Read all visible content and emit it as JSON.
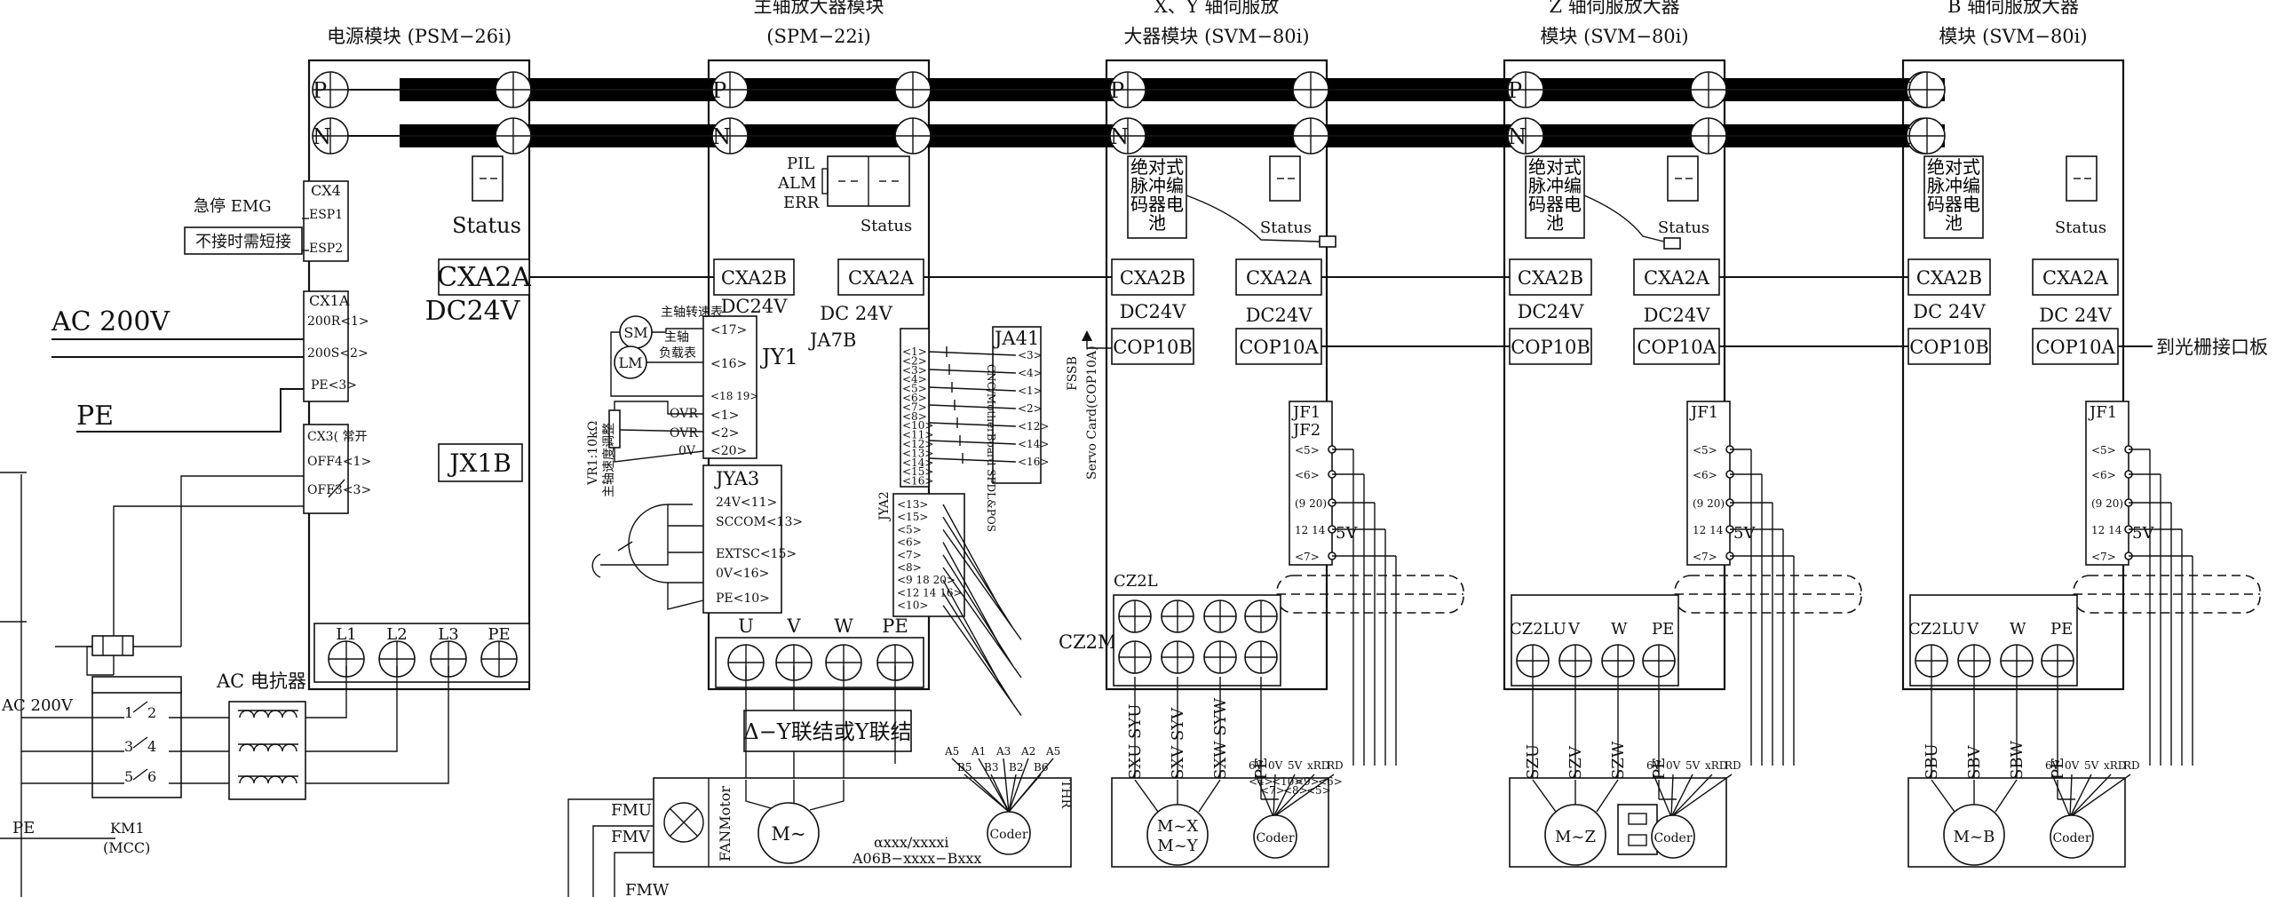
{
  "modules": {
    "psm": {
      "title": "电源模块 (PSM−26i)",
      "status": "Status",
      "cxa2a": "CXA2A",
      "dc24v": "DC24V",
      "jx1b": "JX1B",
      "emg": "急停 EMG",
      "short_note": "不接时需短接",
      "cx4": "CX4",
      "esp1": "ESP1",
      "esp2": "ESP2",
      "cx1a": "CX1A",
      "r200": "200R<1>",
      "s200": "200S<2>",
      "pe3": "PE<3>",
      "cx3": "CX3( 常开",
      "off4": "OFF4<1>",
      "off3": "OFF3<3>",
      "l1": "L1",
      "l2": "L2",
      "l3": "L3",
      "pe": "PE"
    },
    "spm": {
      "title1": "主轴放大器模块",
      "title2": "(SPM−22i)",
      "pil": "PIL",
      "alm": "ALM",
      "err": "ERR",
      "status": "Status",
      "cxa2b": "CXA2B",
      "cxa2a": "CXA2A",
      "dc24v_a": "DC24V",
      "dc24v_b": "DC 24V",
      "ja7b": "JA7B",
      "ja41": "JA41",
      "jy1": "JY1",
      "jya3": "JYA3",
      "jya2": "JYA2",
      "sm": "SM",
      "lm": "LM",
      "speed_meter": "主轴转速表",
      "load_meter1": "主轴",
      "load_meter2": "负载表",
      "vr": "VR1:10kΩ",
      "vr_note": "主轴速度调整",
      "p17": "<17>",
      "p16": "<16>",
      "p1819": "<18 19>",
      "p1": "<1>",
      "p2": "<2>",
      "p20": "<20>",
      "ovr1": "OVR",
      "ovr2": "OVR",
      "zero_v": "0V",
      "j24v": "24V<11>",
      "sccom": "SCCOM<13>",
      "extsc": "EXTSC<15>",
      "ov16": "0V<16>",
      "pe10": "PE<10>",
      "u": "U",
      "v": "V",
      "w": "W",
      "pe": "PE",
      "delta": "Δ−Y联结或Y联结",
      "motor_model1": "αxxx/xxxxi",
      "motor_model2": "A06B−xxxx−Bxxx",
      "fanmotor": "FANMotor",
      "fmu": "FMU",
      "fmv": "FMV",
      "fmw": "FMW",
      "coder": "Coder",
      "cz2m": "CZ2M",
      "ja7b_pins": [
        "<1>",
        "<2>",
        "<3>",
        "<4>",
        "<5>",
        "<6>",
        "<7>",
        "<8>",
        "<10>",
        "<11>",
        "<12>",
        "<13>",
        "<14>",
        "<15>",
        "<16>"
      ],
      "ja41_pins": [
        "<3>",
        "<4>",
        "<1>",
        "<2>",
        "<12>",
        "<14>",
        "<16>"
      ],
      "jya2_pins": [
        "<13>",
        "<15>",
        "<5>",
        "<6>",
        "<7>",
        "<8>",
        "<9 18 20>",
        "<12 14 16>",
        "<10>"
      ],
      "enc_pins": [
        "A5",
        "A1",
        "A3",
        "A2",
        "A5",
        "B5",
        "B3",
        "B2",
        "B6"
      ],
      "cnc_note": "CNC/MotherBoard SPDL&POS",
      "thr": "THR"
    },
    "svm_xy": {
      "title1": "X、Y 轴伺服放",
      "title2": "大器模块 (SVM−80i)",
      "battery": "绝对式脉冲编码器电池",
      "status": "Status",
      "cxa2b": "CXA2B",
      "cxa2a": "CXA2A",
      "dc24v_a": "DC24V",
      "dc24v_b": "DC24V",
      "cop10b": "COP10B",
      "cop10a": "COP10A",
      "fssb": "FSSB",
      "servo_card": "Servo Card(COP10A)",
      "jf1": "JF1",
      "jf2": "JF2",
      "jf_pins": [
        "<5>",
        "<6>",
        "(9 20)",
        "12 14",
        "<7>"
      ],
      "v5": "5V",
      "cz2l": "CZ2L",
      "phases": [
        "SXU SYU",
        "SXV SYV",
        "SXW SYW",
        "PE"
      ],
      "motor1": "M~X",
      "motor2": "M~Y",
      "coder": "Coder",
      "sig": [
        "6V",
        "0V",
        "5V",
        "xRD",
        "RD"
      ],
      "sig_pins": [
        "<4>",
        "<7>",
        "<10>",
        "<8>",
        "<9>",
        "<5>",
        "<6>"
      ]
    },
    "svm_z": {
      "title1": "Z 轴伺服放大器",
      "title2": "模块 (SVM−80i)",
      "battery": "绝对式脉冲编码器电池",
      "status": "Status",
      "cxa2b": "CXA2B",
      "cxa2a": "CXA2A",
      "dc24v_a": "DC24V",
      "dc24v_b": "DC24V",
      "cop10b": "COP10B",
      "cop10a": "COP10A",
      "jf1": "JF1",
      "jf_pins": [
        "<5>",
        "<6>",
        "(9 20)",
        "12 14",
        "<7>"
      ],
      "v5": "5V",
      "cz": "CZ2LU",
      "phases_head": [
        "V",
        "W",
        "PE"
      ],
      "phases": [
        "SZU",
        "SZV",
        "SZW",
        "PE"
      ],
      "motor": "M~Z",
      "coder": "Coder",
      "sig": [
        "6V",
        "0V",
        "5V",
        "xRD",
        "RD"
      ]
    },
    "svm_b": {
      "title1": "B 轴伺服放大器",
      "title2": "模块 (SVM−80i)",
      "battery": "绝对式脉冲编码器电池",
      "status": "Status",
      "cxa2b": "CXA2B",
      "cxa2a": "CXA2A",
      "dc24v_a": "DC 24V",
      "dc24v_b": "DC 24V",
      "cop10b": "COP10B",
      "cop10a": "COP10A",
      "grating": "到光栅接口板",
      "jf1": "JF1",
      "jf_pins": [
        "<5>",
        "<6>",
        "(9 20)",
        "12 14",
        "<7>"
      ],
      "v5": "5V",
      "cz": "CZ2LU",
      "phases_head": [
        "V",
        "W",
        "PE"
      ],
      "phases": [
        "SBU",
        "SBV",
        "SBW",
        "PE"
      ],
      "motor": "M~B",
      "coder": "Coder",
      "sig": [
        "6V",
        "0V",
        "5V",
        "xRD",
        "RD"
      ]
    }
  },
  "power": {
    "ac200v": "AC 200V",
    "pe": "PE",
    "ac200v_small": "AC 200V",
    "pe_small": "PE",
    "reactor": "AC 电抗器",
    "km1": "KM1",
    "mcc": "(MCC)",
    "contacts": [
      "1",
      "2",
      "3",
      "4",
      "5",
      "6"
    ],
    "bus_p": "P",
    "bus_n": "N"
  }
}
